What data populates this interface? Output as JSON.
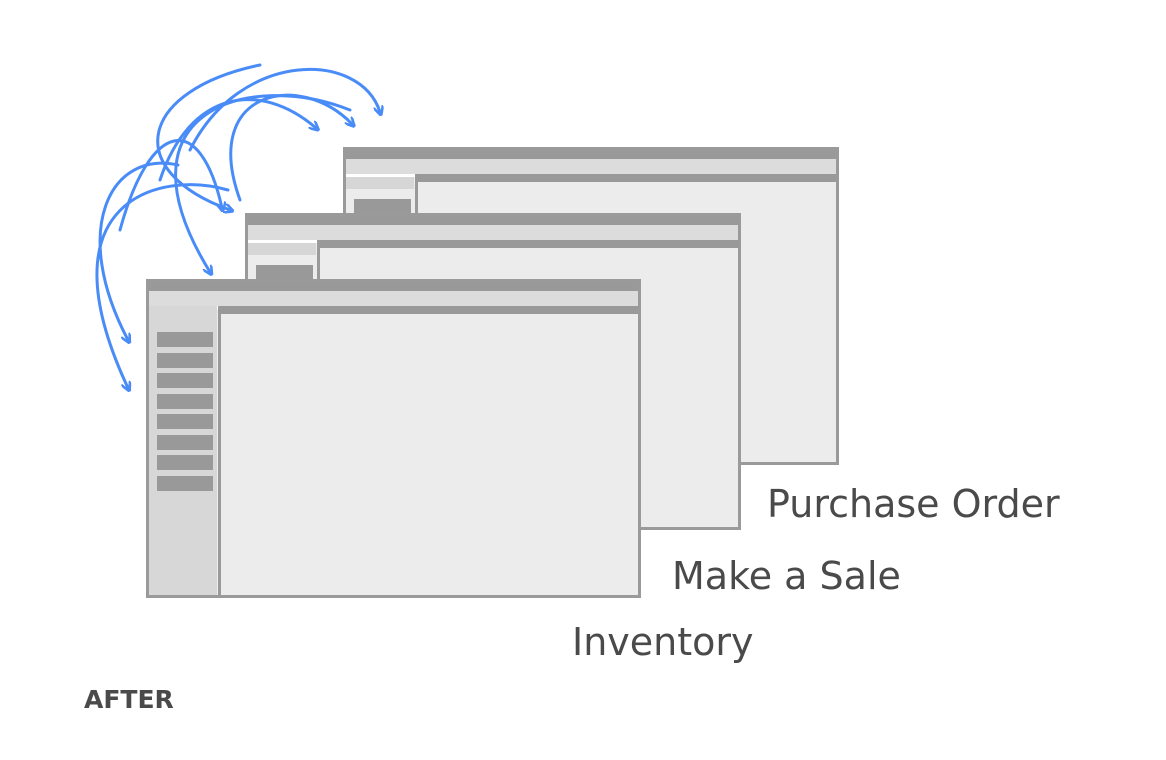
{
  "windows": [
    {
      "key": "purchase_order",
      "label": "Purchase Order"
    },
    {
      "key": "make_a_sale",
      "label": "Make a Sale"
    },
    {
      "key": "inventory",
      "label": "Inventory",
      "sidebar_item_count": 8
    }
  ],
  "caption": "AFTER",
  "colors": {
    "arrow": "#4a8cf7",
    "frame": "#9a9a9a",
    "panel": "#ececec",
    "sidebar": "#d7d7d7",
    "text": "#4a4a4a"
  }
}
